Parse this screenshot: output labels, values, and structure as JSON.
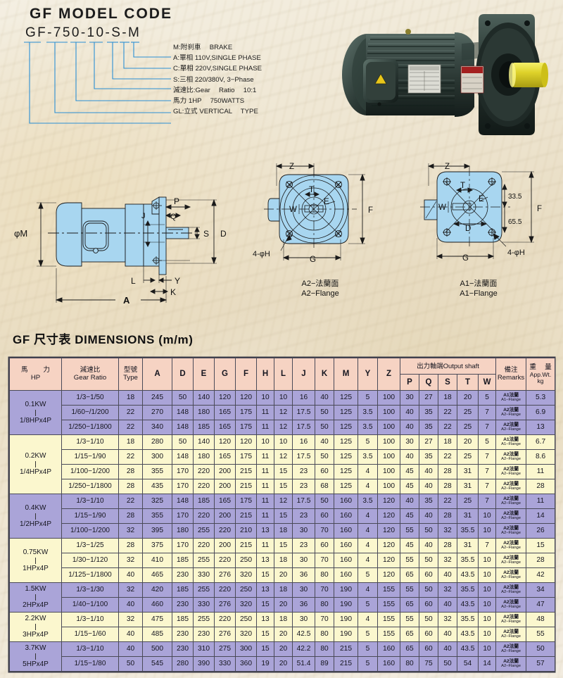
{
  "model_code": {
    "title": "GF MODEL CODE",
    "code": "GF-750-10-S-M",
    "legend": [
      "M:附刹車　 BRAKE",
      "A:單相  110V,SINGLE PHASE",
      "C:單相  220V,SINGLE PHASE",
      "S:三相  220/380V, 3−Phase",
      "減速比:Gear　 Ratio　 10:1",
      "馬力 1HP　 750WATTS",
      "GL:立式  VERTICAL　 TYPE"
    ]
  },
  "diagrams": {
    "side_view": {
      "labels": [
        "φM",
        "P",
        "Q",
        "J",
        "S",
        "D",
        "L",
        "Y",
        "K",
        "A"
      ]
    },
    "a2_flange": {
      "labels": [
        "Z",
        "T",
        "E",
        "W",
        "F",
        "G",
        "4-φH"
      ],
      "caption_cjk": "A2−法蘭面",
      "caption_en": "A2−Flange"
    },
    "a1_flange": {
      "labels": [
        "Z",
        "T",
        "E",
        "W",
        "D",
        "F",
        "G",
        "4-φH",
        "33.5",
        "65.5"
      ],
      "caption_cjk": "A1−法蘭面",
      "caption_en": "A1−Flange"
    }
  },
  "dimensions_title": "GF 尺寸表  DIMENSIONS  (m/m)",
  "table": {
    "group_header": {
      "output_shaft": "出力軸端Output  shaft"
    },
    "headers": [
      {
        "l1": "馬　　 力",
        "l2": "HP"
      },
      {
        "l1": "減速比",
        "l2": "Gear Ratio"
      },
      {
        "l1": "型號",
        "l2": "Type"
      },
      {
        "l1": "A"
      },
      {
        "l1": "D"
      },
      {
        "l1": "E"
      },
      {
        "l1": "G"
      },
      {
        "l1": "F"
      },
      {
        "l1": "H"
      },
      {
        "l1": "L"
      },
      {
        "l1": "J"
      },
      {
        "l1": "K"
      },
      {
        "l1": "M"
      },
      {
        "l1": "Y"
      },
      {
        "l1": "Z"
      },
      {
        "l1": "P"
      },
      {
        "l1": "Q"
      },
      {
        "l1": "S"
      },
      {
        "l1": "T"
      },
      {
        "l1": "W"
      },
      {
        "l1": "備注",
        "l2": "Remarks"
      },
      {
        "l1": "重　 量",
        "l2": "App.Wt.",
        "l3": "kg"
      }
    ],
    "groups": [
      {
        "shade": "v",
        "power_top": "0.1KW",
        "power_bottom": "1/8HPx4P",
        "rows": [
          {
            "ratio": "1/3−1/50",
            "type": "18",
            "A": "245",
            "D": "50",
            "E": "140",
            "G": "120",
            "F": "120",
            "H": "10",
            "L": "10",
            "J": "16",
            "K": "40",
            "M": "125",
            "Y": "5",
            "Z": "100",
            "P": "30",
            "Q": "27",
            "S": "18",
            "T": "20",
            "W": "5",
            "remark_cjk": "A1法蘭",
            "remark_en": "A1−Flange",
            "wt": "5.3"
          },
          {
            "ratio": "1/60−/1/200",
            "type": "22",
            "A": "270",
            "D": "148",
            "E": "180",
            "G": "165",
            "F": "175",
            "H": "11",
            "L": "12",
            "J": "17.5",
            "K": "50",
            "M": "125",
            "Y": "3.5",
            "Z": "100",
            "P": "40",
            "Q": "35",
            "S": "22",
            "T": "25",
            "W": "7",
            "remark_cjk": "A2法蘭",
            "remark_en": "A2−Flange",
            "wt": "6.9"
          },
          {
            "ratio": "1/250−1/1800",
            "type": "22",
            "A": "340",
            "D": "148",
            "E": "185",
            "G": "165",
            "F": "175",
            "H": "11",
            "L": "12",
            "J": "17.5",
            "K": "50",
            "M": "125",
            "Y": "3.5",
            "Z": "100",
            "P": "40",
            "Q": "35",
            "S": "22",
            "T": "25",
            "W": "7",
            "remark_cjk": "A2法蘭",
            "remark_en": "A2−Flange",
            "wt": "13"
          }
        ]
      },
      {
        "shade": "c",
        "power_top": "0.2KW",
        "power_bottom": "1/4HPx4P",
        "rows": [
          {
            "ratio": "1/3−1/10",
            "type": "18",
            "A": "280",
            "D": "50",
            "E": "140",
            "G": "120",
            "F": "120",
            "H": "10",
            "L": "10",
            "J": "16",
            "K": "40",
            "M": "125",
            "Y": "5",
            "Z": "100",
            "P": "30",
            "Q": "27",
            "S": "18",
            "T": "20",
            "W": "5",
            "remark_cjk": "A1法蘭",
            "remark_en": "A1−Flange",
            "wt": "6.7"
          },
          {
            "ratio": "1/15−1/90",
            "type": "22",
            "A": "300",
            "D": "148",
            "E": "180",
            "G": "165",
            "F": "175",
            "H": "11",
            "L": "12",
            "J": "17.5",
            "K": "50",
            "M": "125",
            "Y": "3.5",
            "Z": "100",
            "P": "40",
            "Q": "35",
            "S": "22",
            "T": "25",
            "W": "7",
            "remark_cjk": "A2法蘭",
            "remark_en": "A2−Flange",
            "wt": "8.6"
          },
          {
            "ratio": "1/100−1/200",
            "type": "28",
            "A": "355",
            "D": "170",
            "E": "220",
            "G": "200",
            "F": "215",
            "H": "11",
            "L": "15",
            "J": "23",
            "K": "60",
            "M": "125",
            "Y": "4",
            "Z": "100",
            "P": "45",
            "Q": "40",
            "S": "28",
            "T": "31",
            "W": "7",
            "remark_cjk": "A2法蘭",
            "remark_en": "A2−Flange",
            "wt": "11"
          },
          {
            "ratio": "1/250−1/1800",
            "type": "28",
            "A": "435",
            "D": "170",
            "E": "220",
            "G": "200",
            "F": "215",
            "H": "11",
            "L": "15",
            "J": "23",
            "K": "68",
            "M": "125",
            "Y": "4",
            "Z": "100",
            "P": "45",
            "Q": "40",
            "S": "28",
            "T": "31",
            "W": "7",
            "remark_cjk": "A2法蘭",
            "remark_en": "A2−Flange",
            "wt": "28"
          }
        ]
      },
      {
        "shade": "v",
        "power_top": "0.4KW",
        "power_bottom": "1/2HPx4P",
        "rows": [
          {
            "ratio": "1/3−1/10",
            "type": "22",
            "A": "325",
            "D": "148",
            "E": "185",
            "G": "165",
            "F": "175",
            "H": "11",
            "L": "12",
            "J": "17.5",
            "K": "50",
            "M": "160",
            "Y": "3.5",
            "Z": "120",
            "P": "40",
            "Q": "35",
            "S": "22",
            "T": "25",
            "W": "7",
            "remark_cjk": "A2法蘭",
            "remark_en": "A2−Flange",
            "wt": "11"
          },
          {
            "ratio": "1/15−1/90",
            "type": "28",
            "A": "355",
            "D": "170",
            "E": "220",
            "G": "200",
            "F": "215",
            "H": "11",
            "L": "15",
            "J": "23",
            "K": "60",
            "M": "160",
            "Y": "4",
            "Z": "120",
            "P": "45",
            "Q": "40",
            "S": "28",
            "T": "31",
            "W": "10",
            "remark_cjk": "A2法蘭",
            "remark_en": "A2−Flange",
            "wt": "14"
          },
          {
            "ratio": "1/100−1/200",
            "type": "32",
            "A": "395",
            "D": "180",
            "E": "255",
            "G": "220",
            "F": "210",
            "H": "13",
            "L": "18",
            "J": "30",
            "K": "70",
            "M": "160",
            "Y": "4",
            "Z": "120",
            "P": "55",
            "Q": "50",
            "S": "32",
            "T": "35.5",
            "W": "10",
            "remark_cjk": "A2法蘭",
            "remark_en": "A2−Flange",
            "wt": "26"
          }
        ]
      },
      {
        "shade": "c",
        "power_top": "0.75KW",
        "power_bottom": "1HPx4P",
        "rows": [
          {
            "ratio": "1/3−1/25",
            "type": "28",
            "A": "375",
            "D": "170",
            "E": "220",
            "G": "200",
            "F": "215",
            "H": "11",
            "L": "15",
            "J": "23",
            "K": "60",
            "M": "160",
            "Y": "4",
            "Z": "120",
            "P": "45",
            "Q": "40",
            "S": "28",
            "T": "31",
            "W": "7",
            "remark_cjk": "A2法蘭",
            "remark_en": "A2−Flange",
            "wt": "15"
          },
          {
            "ratio": "1/30−1/120",
            "type": "32",
            "A": "410",
            "D": "185",
            "E": "255",
            "G": "220",
            "F": "250",
            "H": "13",
            "L": "18",
            "J": "30",
            "K": "70",
            "M": "160",
            "Y": "4",
            "Z": "120",
            "P": "55",
            "Q": "50",
            "S": "32",
            "T": "35.5",
            "W": "10",
            "remark_cjk": "A2法蘭",
            "remark_en": "A2−Flange",
            "wt": "28"
          },
          {
            "ratio": "1/125−1/1800",
            "type": "40",
            "A": "465",
            "D": "230",
            "E": "330",
            "G": "276",
            "F": "320",
            "H": "15",
            "L": "20",
            "J": "36",
            "K": "80",
            "M": "160",
            "Y": "5",
            "Z": "120",
            "P": "65",
            "Q": "60",
            "S": "40",
            "T": "43.5",
            "W": "10",
            "remark_cjk": "A2法蘭",
            "remark_en": "A2−Flange",
            "wt": "42"
          }
        ]
      },
      {
        "shade": "v",
        "power_top": "1.5KW",
        "power_bottom": "2HPx4P",
        "rows": [
          {
            "ratio": "1/3−1/30",
            "type": "32",
            "A": "420",
            "D": "185",
            "E": "255",
            "G": "220",
            "F": "250",
            "H": "13",
            "L": "18",
            "J": "30",
            "K": "70",
            "M": "190",
            "Y": "4",
            "Z": "155",
            "P": "55",
            "Q": "50",
            "S": "32",
            "T": "35.5",
            "W": "10",
            "remark_cjk": "A2法蘭",
            "remark_en": "A2−Flange",
            "wt": "34"
          },
          {
            "ratio": "1/40−1/100",
            "type": "40",
            "A": "460",
            "D": "230",
            "E": "330",
            "G": "276",
            "F": "320",
            "H": "15",
            "L": "20",
            "J": "36",
            "K": "80",
            "M": "190",
            "Y": "5",
            "Z": "155",
            "P": "65",
            "Q": "60",
            "S": "40",
            "T": "43.5",
            "W": "10",
            "remark_cjk": "A2法蘭",
            "remark_en": "A2−Flange",
            "wt": "47"
          }
        ]
      },
      {
        "shade": "c",
        "power_top": "2.2KW",
        "power_bottom": "3HPx4P",
        "rows": [
          {
            "ratio": "1/3−1/10",
            "type": "32",
            "A": "475",
            "D": "185",
            "E": "255",
            "G": "220",
            "F": "250",
            "H": "13",
            "L": "18",
            "J": "30",
            "K": "70",
            "M": "190",
            "Y": "4",
            "Z": "155",
            "P": "55",
            "Q": "50",
            "S": "32",
            "T": "35.5",
            "W": "10",
            "remark_cjk": "A2法蘭",
            "remark_en": "A2−Flange",
            "wt": "48"
          },
          {
            "ratio": "1/15−1/60",
            "type": "40",
            "A": "485",
            "D": "230",
            "E": "230",
            "G": "276",
            "F": "320",
            "H": "15",
            "L": "20",
            "J": "42.5",
            "K": "80",
            "M": "190",
            "Y": "5",
            "Z": "155",
            "P": "65",
            "Q": "60",
            "S": "40",
            "T": "43.5",
            "W": "10",
            "remark_cjk": "A2法蘭",
            "remark_en": "A2−Flange",
            "wt": "55"
          }
        ]
      },
      {
        "shade": "v",
        "power_top": "3.7KW",
        "power_bottom": "5HPx4P",
        "rows": [
          {
            "ratio": "1/3−1/10",
            "type": "40",
            "A": "500",
            "D": "230",
            "E": "310",
            "G": "275",
            "F": "300",
            "H": "15",
            "L": "20",
            "J": "42.2",
            "K": "80",
            "M": "215",
            "Y": "5",
            "Z": "160",
            "P": "65",
            "Q": "60",
            "S": "40",
            "T": "43.5",
            "W": "10",
            "remark_cjk": "A2法蘭",
            "remark_en": "A2−Flange",
            "wt": "50"
          },
          {
            "ratio": "1/15−1/80",
            "type": "50",
            "A": "545",
            "D": "280",
            "E": "390",
            "G": "330",
            "F": "360",
            "H": "19",
            "L": "20",
            "J": "51.4",
            "K": "89",
            "M": "215",
            "Y": "5",
            "Z": "160",
            "P": "80",
            "Q": "75",
            "S": "50",
            "T": "54",
            "W": "14",
            "remark_cjk": "A2法蘭",
            "remark_en": "A2−Flange",
            "wt": "57"
          }
        ]
      }
    ]
  },
  "colors": {
    "header_bg": "#f6d3c3",
    "row_violet": "#aaa4d8",
    "row_cream": "#fbf7ce",
    "diagram_fill": "#a8d6f0",
    "leader_line": "#2b7fc4",
    "border": "#4a4a58"
  }
}
